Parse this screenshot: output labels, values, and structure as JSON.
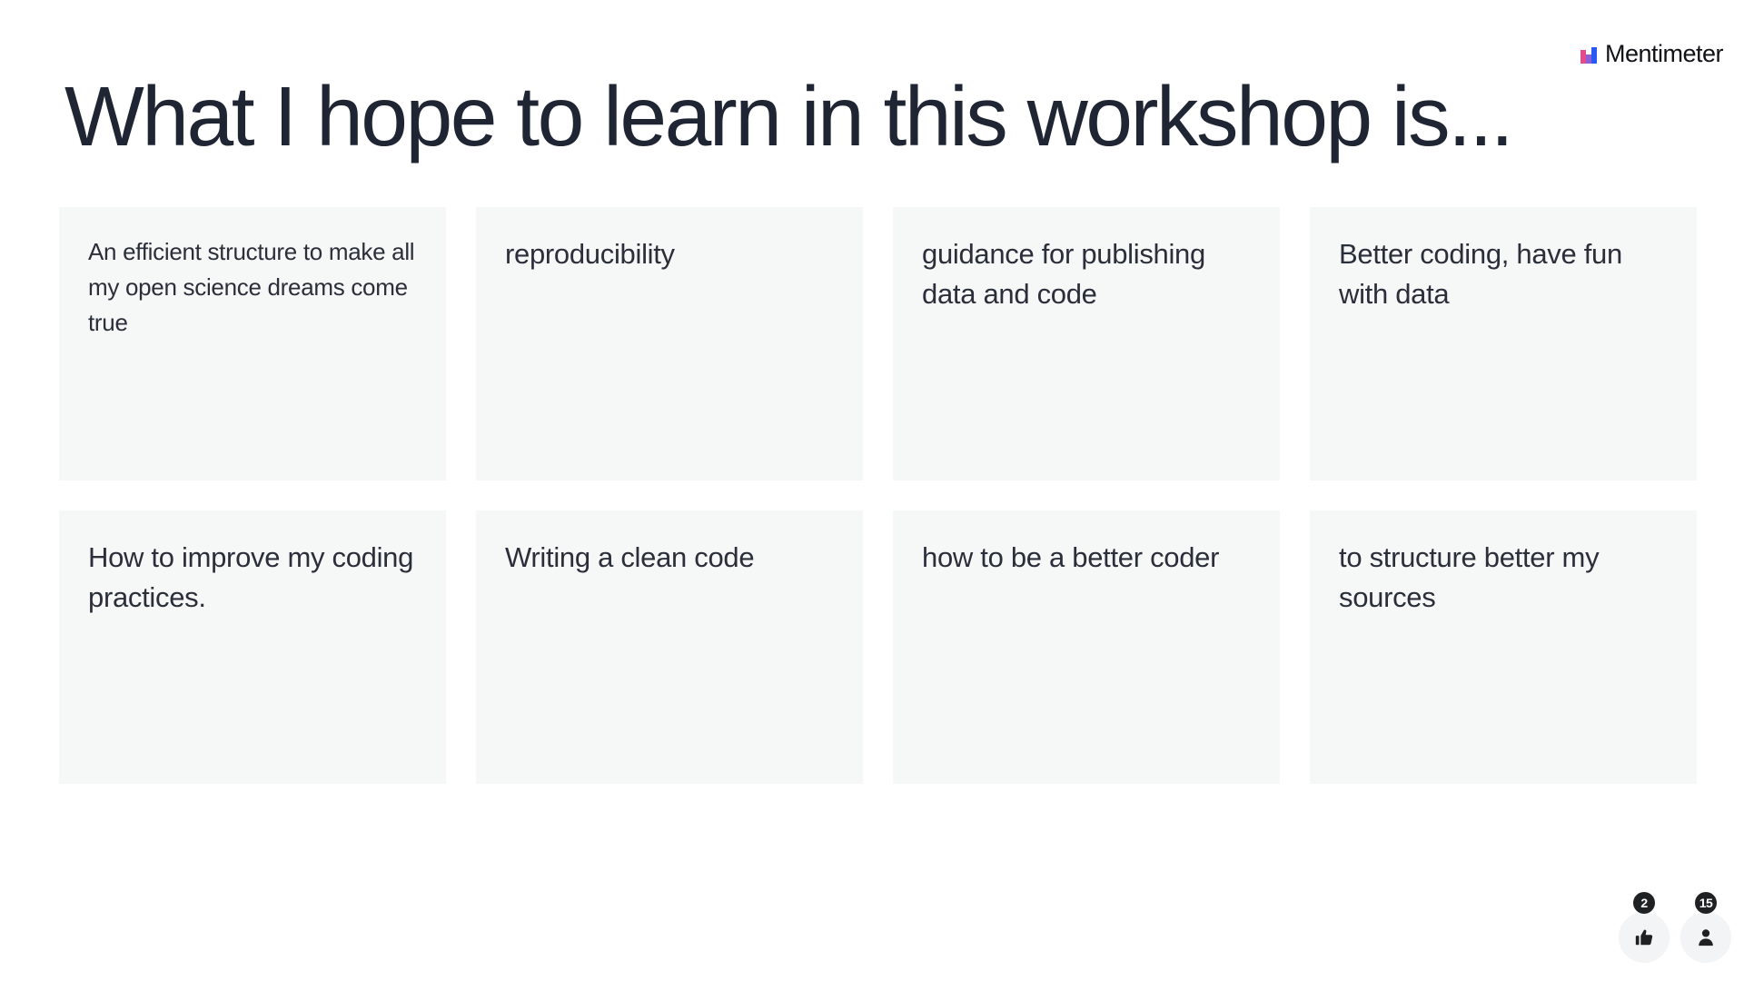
{
  "brand": {
    "name": "Mentimeter",
    "logo_icon": "mentimeter-bars-logo",
    "logo_colors": [
      "#e24c8b",
      "#5f6bf6",
      "#2a58f4"
    ]
  },
  "slide": {
    "title": "What I hope to learn in this workshop is..."
  },
  "responses": [
    {
      "text": "An efficient structure to make all my open science dreams come true"
    },
    {
      "text": "reproducibility"
    },
    {
      "text": "guidance for publishing data and code"
    },
    {
      "text": "Better coding, have fun with data"
    },
    {
      "text": "How to improve my coding practices."
    },
    {
      "text": "Writing a clean code"
    },
    {
      "text": "how to be a better coder"
    },
    {
      "text": "to structure better my sources"
    }
  ],
  "reactions": {
    "likes": {
      "icon": "thumbs-up-icon",
      "count": "2"
    },
    "participants": {
      "icon": "person-icon",
      "count": "15"
    }
  },
  "colors": {
    "card_background": "#f6f7f7",
    "text": "#1f2533",
    "badge": "#1f2122"
  }
}
